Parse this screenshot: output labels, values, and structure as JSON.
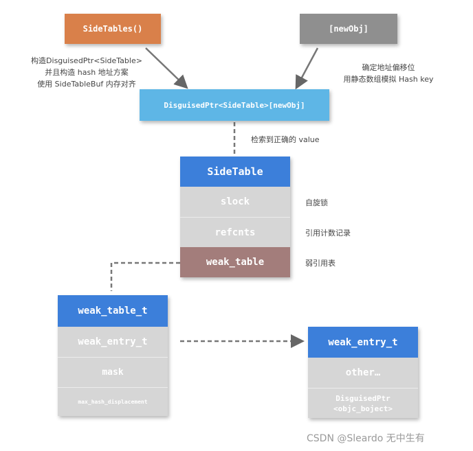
{
  "top": {
    "sidetables_label": "SideTables()",
    "newobj_label": "[newObj]",
    "disguised_label": "DisguisedPtr<SideTable>[newObj]"
  },
  "notes": {
    "left_lines": [
      "构造DisguisedPtr<SideTable>",
      "并且构造 hash 地址方案",
      "使用 SideTableBuf 内存对齐"
    ],
    "right_lines": [
      "确定地址偏移位",
      "用静态数组模拟 Hash key"
    ],
    "retrieve": "检索到正确的 value"
  },
  "sidetable": {
    "title": "SideTable",
    "rows": [
      "slock",
      "refcnts",
      "weak_table"
    ],
    "row_notes": [
      "自旋锁",
      "引用计数记录",
      "弱引用表"
    ]
  },
  "weak_table_t": {
    "title": "weak_table_t",
    "rows": [
      "weak_entry_t",
      "mask",
      "max_hash_displacement"
    ]
  },
  "weak_entry_t": {
    "title": "weak_entry_t",
    "rows": [
      "other…"
    ],
    "ptr_lines": [
      "DisguisedPtr",
      "<objc_boject>"
    ]
  },
  "watermark": "CSDN @Sleardo 无中生有",
  "colors": {
    "orange": "#D9804A",
    "gray_box": "#8F8F8F",
    "light_blue": "#5EB6E6",
    "blue_header": "#3C7FDA",
    "row_gray": "#D6D6D6",
    "weak_table_row": "#A37D7B"
  }
}
